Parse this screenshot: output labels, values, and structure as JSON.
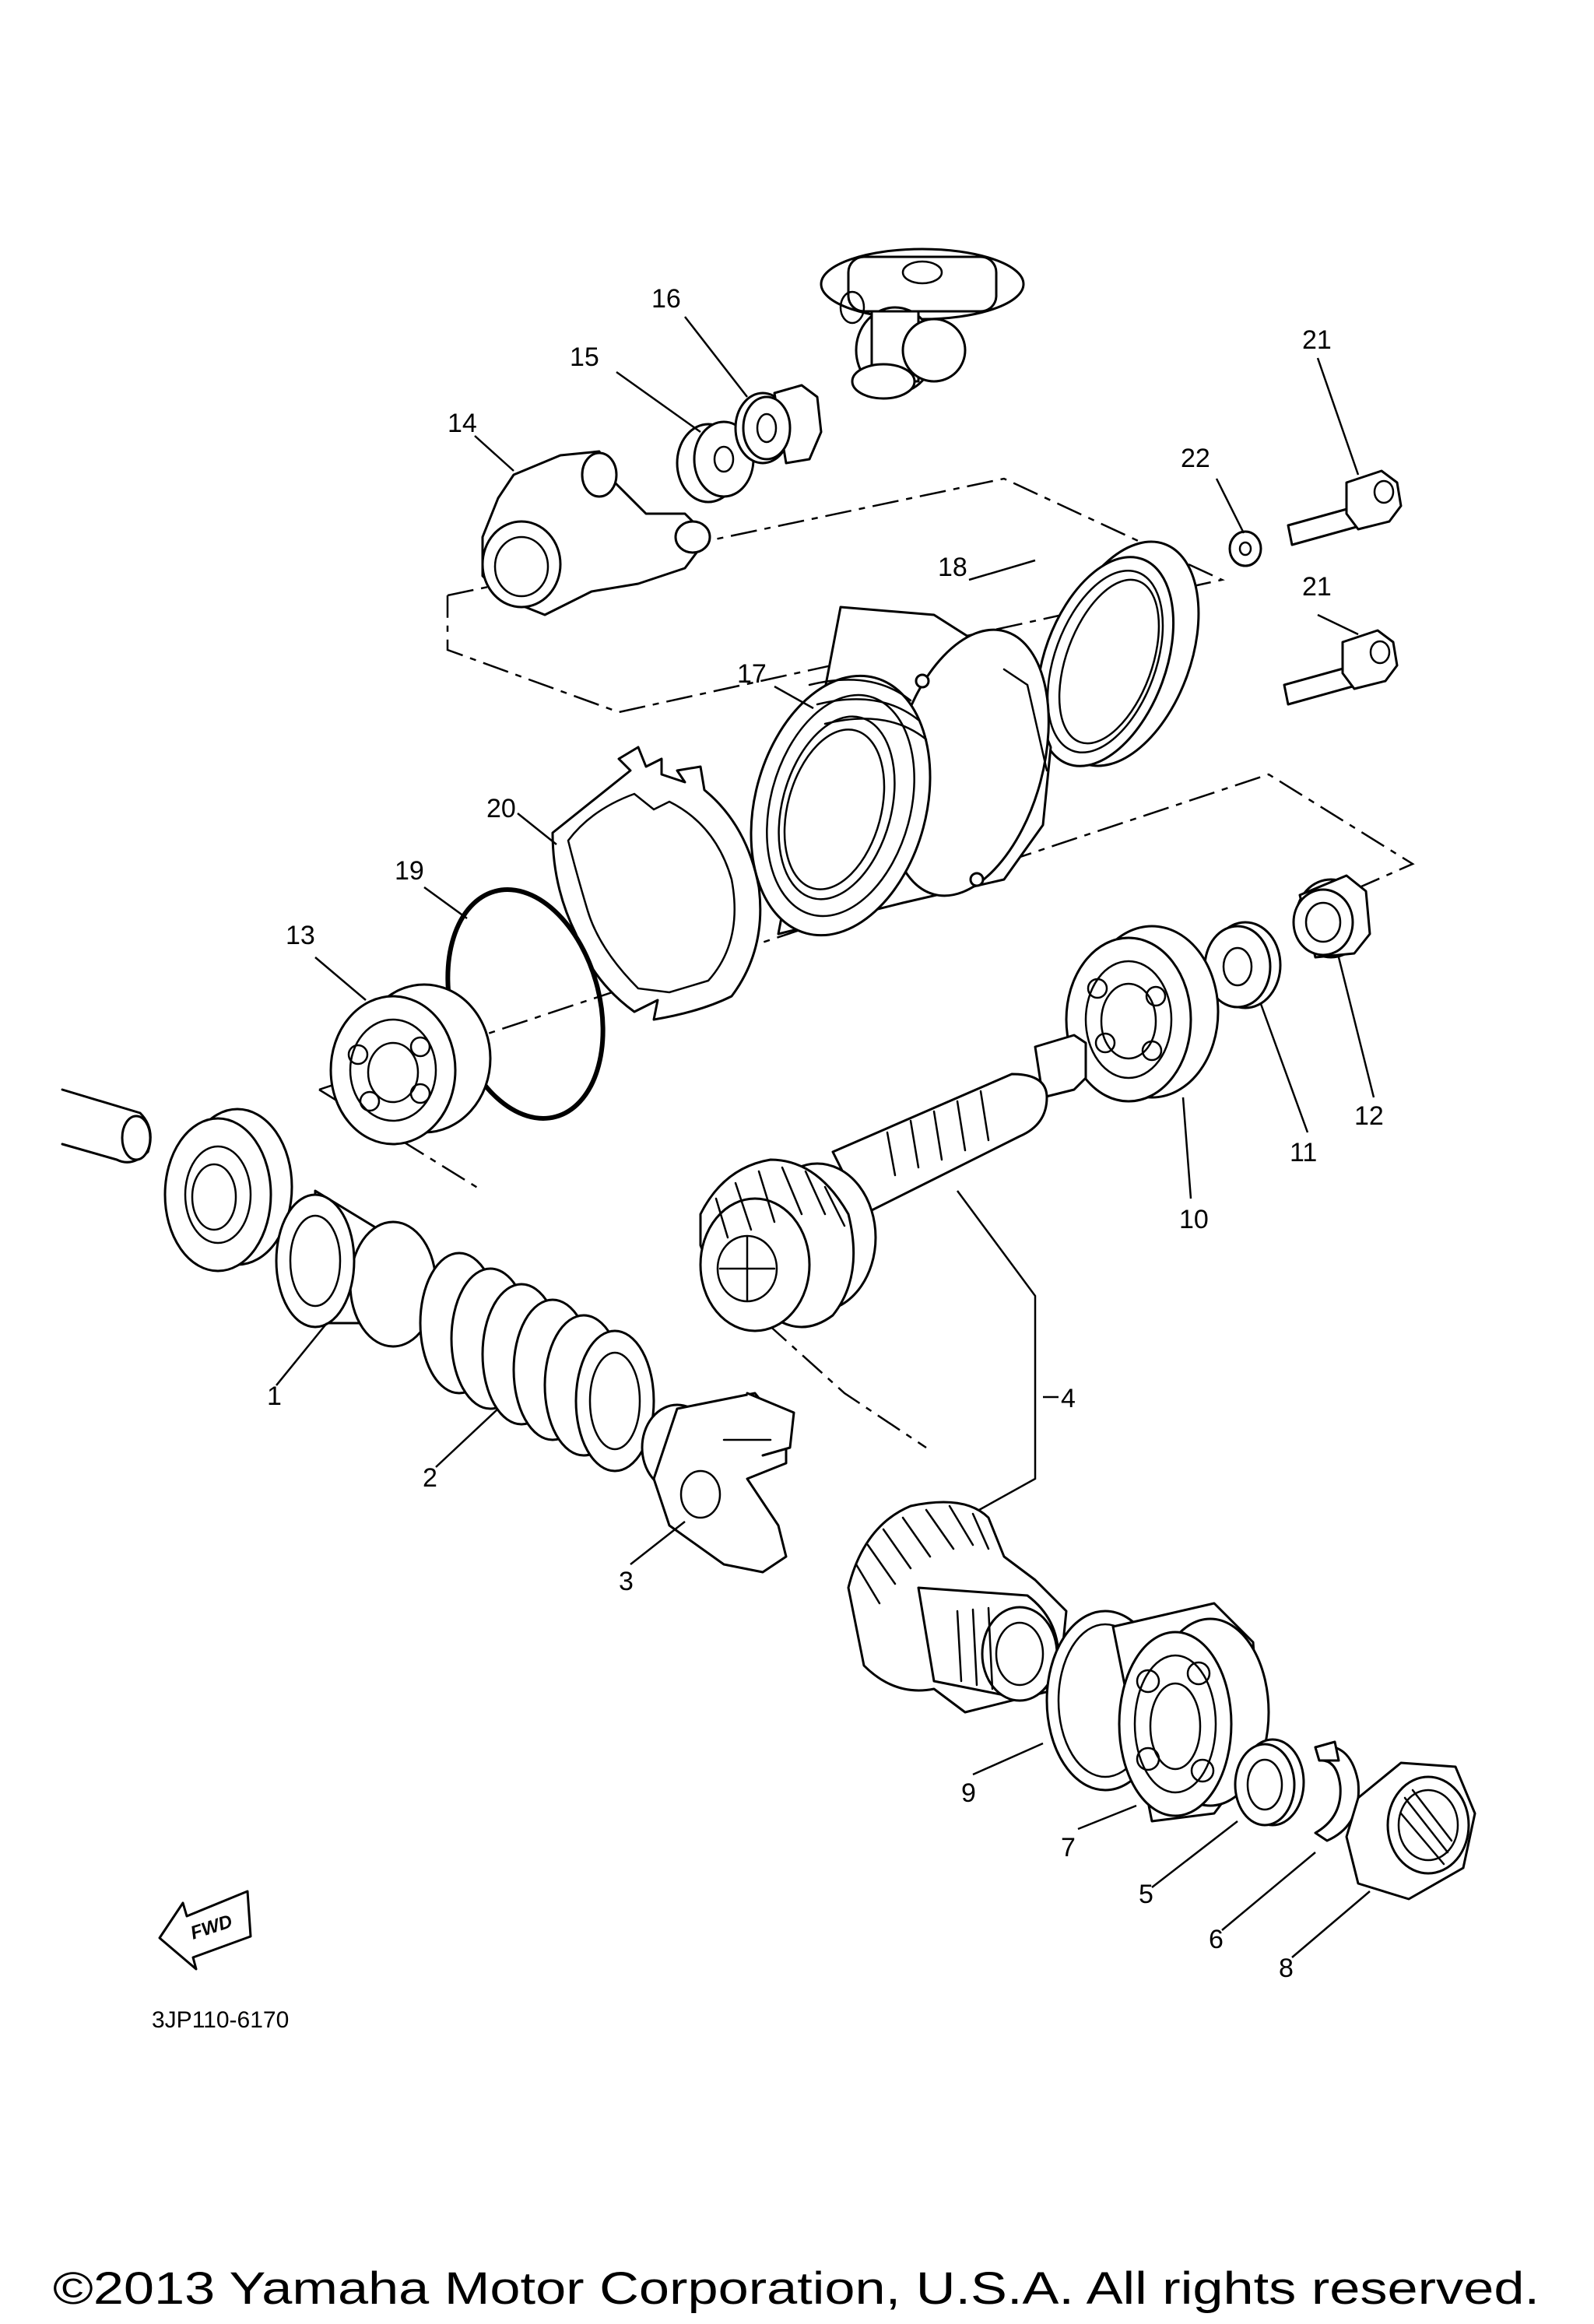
{
  "diagram": {
    "part_numbers": [
      "1",
      "2",
      "3",
      "4",
      "5",
      "6",
      "7",
      "8",
      "9",
      "10",
      "11",
      "12",
      "13",
      "14",
      "15",
      "16",
      "17",
      "18",
      "19",
      "20",
      "21",
      "21",
      "22"
    ],
    "fwd_label": "FWD",
    "diagram_code": "3JP110-6170",
    "copyright": "©2013 Yamaha Motor Corporation, U.S.A. All rights reserved."
  }
}
